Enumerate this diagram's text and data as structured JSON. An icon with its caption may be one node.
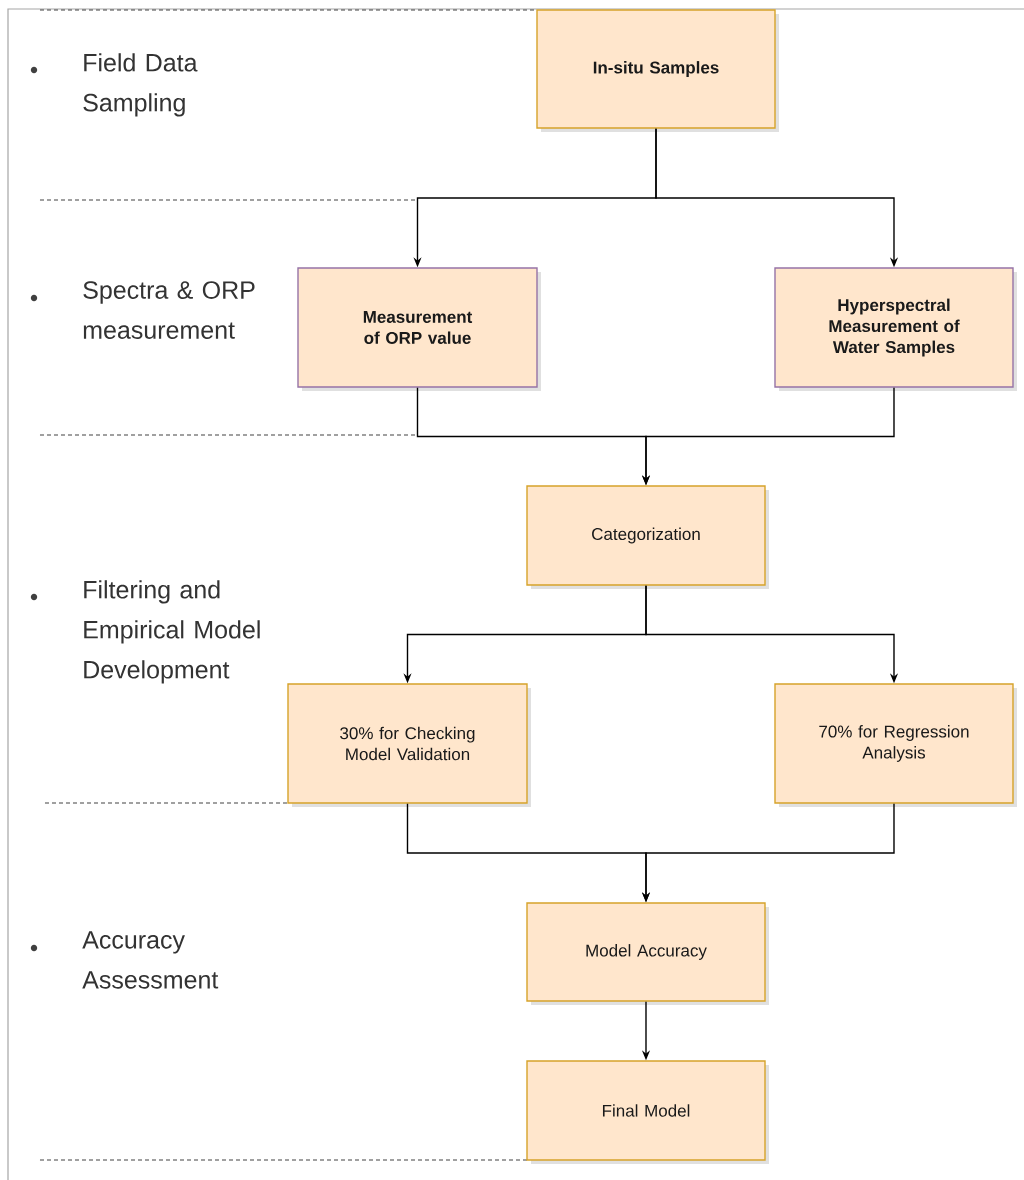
{
  "diagram": {
    "nodes": [
      {
        "text": [
          "In-situ Samples"
        ]
      },
      {
        "text": [
          "Measurement of ORP value"
        ]
      },
      {
        "text": [
          "Hyperspectral Measurement of Water Samples"
        ]
      },
      {
        "text": [
          "Categorization"
        ]
      },
      {
        "text": [
          "30% for Checking Model Validation"
        ]
      },
      {
        "text": [
          "70% for Regression Analysis"
        ]
      },
      {
        "text": [
          "Model Accuracy"
        ]
      },
      {
        "text": [
          "Final Model"
        ]
      }
    ],
    "edges": [
      {
        "from": 0,
        "to": 1,
        "arrow": "to"
      },
      {
        "from": 0,
        "to": 2,
        "arrow": "to"
      },
      {
        "from": 1,
        "to": 3,
        "arrow": "to"
      },
      {
        "from": 2,
        "to": 3,
        "arrow": "to"
      },
      {
        "from": 3,
        "to": 4,
        "arrow": "to"
      },
      {
        "from": 3,
        "to": 5,
        "arrow": "to"
      },
      {
        "from": 4,
        "to": 6,
        "arrow": "to"
      },
      {
        "from": 5,
        "to": 6,
        "arrow": "to"
      },
      {
        "from": 6,
        "to": 7,
        "arrow": "to"
      }
    ],
    "labels": [
      "Field Data Sampling",
      "Spectra & ORP measurement",
      "Filtering and Empirical Model Development",
      "Accuracy Assessment"
    ]
  }
}
